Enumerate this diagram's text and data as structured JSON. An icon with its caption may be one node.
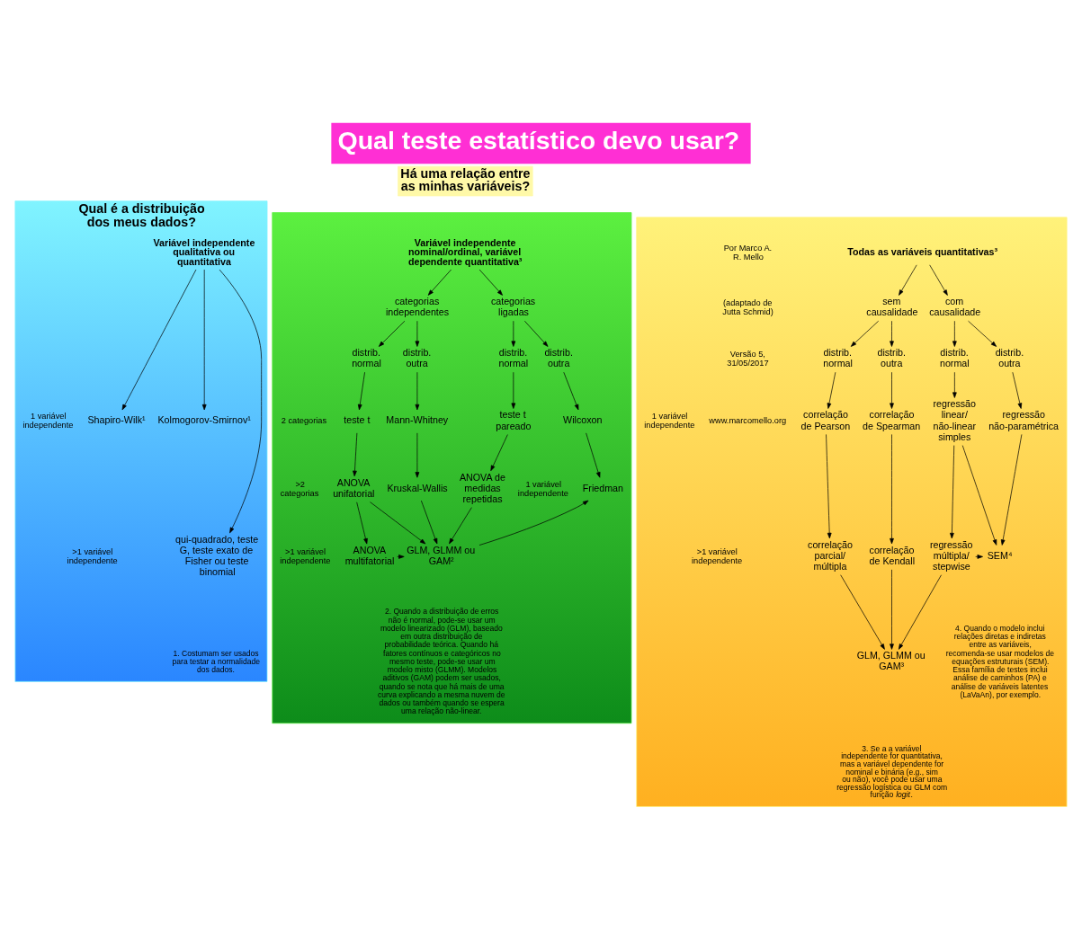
{
  "diagram": {
    "title": "Qual teste estatístico devo usar?",
    "nodes": [
      {
        "text": [
          "Qual é a distribuição dos meus dados?"
        ]
      },
      {
        "text": [
          "Há uma relação entre as minhas variáveis?"
        ]
      },
      {
        "text": [],
        "shape": "box"
      },
      {
        "text": [],
        "shape": "box"
      },
      {
        "text": [
          "Variável independente qualitativa ou quantitativa"
        ],
        "in": 0
      },
      {
        "text": [
          "Shapiro-Wilk¹"
        ],
        "in": 0
      },
      {
        "text": [
          "Kolmogorov-Smirnov¹"
        ],
        "in": 0
      },
      {
        "text": [
          "qui-quadrado, teste G, teste exato de Fisher ou teste binomial"
        ],
        "in": 0
      },
      {
        "text": [
          "Variável independente nominal/ordinal, variável dependente quantitativa³"
        ],
        "in": 2
      },
      {
        "text": [
          "categorias independentes"
        ],
        "in": 2
      },
      {
        "text": [
          "categorias ligadas"
        ],
        "in": 2
      },
      {
        "text": [
          "distrib. normal"
        ],
        "in": 2
      },
      {
        "text": [
          "distrib. outra"
        ],
        "in": 2
      },
      {
        "text": [
          "distrib. normal"
        ],
        "in": 2
      },
      {
        "text": [
          "distrib. outra"
        ],
        "in": 2
      },
      {
        "text": [
          "teste t"
        ],
        "in": 2
      },
      {
        "text": [
          "Mann-Whitney"
        ],
        "in": 2
      },
      {
        "text": [
          "teste t pareado"
        ],
        "in": 2
      },
      {
        "text": [
          "Wilcoxon"
        ],
        "in": 2
      },
      {
        "text": [
          "ANOVA unifatorial"
        ],
        "in": 2
      },
      {
        "text": [
          "Kruskal-Wallis"
        ],
        "in": 2
      },
      {
        "text": [
          "ANOVA de medidas repetidas"
        ],
        "in": 2
      },
      {
        "text": [
          "Friedman"
        ],
        "in": 2
      },
      {
        "text": [
          "ANOVA multifatorial"
        ],
        "in": 2
      },
      {
        "text": [
          "GLM, GLMM ou GAM²"
        ],
        "in": 2
      },
      {
        "text": [
          "Todas as variáveis quantitativas³"
        ],
        "in": 3
      },
      {
        "text": [
          "sem causalidade"
        ],
        "in": 3
      },
      {
        "text": [
          "com causalidade"
        ],
        "in": 3
      },
      {
        "text": [
          "distrib. normal"
        ],
        "in": 3
      },
      {
        "text": [
          "distrib. outra"
        ],
        "in": 3
      },
      {
        "text": [
          "distrib. normal"
        ],
        "in": 3
      },
      {
        "text": [
          "distrib. outra"
        ],
        "in": 3
      },
      {
        "text": [
          "correlação de Pearson"
        ],
        "in": 3
      },
      {
        "text": [
          "correlação de Spearman"
        ],
        "in": 3
      },
      {
        "text": [
          "regressão linear/ não-linear simples"
        ],
        "in": 3
      },
      {
        "text": [
          "regressão não-paramétrica"
        ],
        "in": 3
      },
      {
        "text": [
          "correlação parcial/ múltipla"
        ],
        "in": 3
      },
      {
        "text": [
          "correlação de Kendall"
        ],
        "in": 3
      },
      {
        "text": [
          "regressão múltipla/ stepwise"
        ],
        "in": 3
      },
      {
        "text": [
          "SEM⁴"
        ],
        "in": 3
      },
      {
        "text": [
          "GLM, GLMM ou GAM³"
        ],
        "in": 3
      }
    ],
    "edges": [
      {
        "from": 4,
        "to": 5,
        "arrow": "to"
      },
      {
        "from": 4,
        "to": 6,
        "arrow": "to"
      },
      {
        "from": 4,
        "to": 7,
        "arrow": "to"
      },
      {
        "from": 8,
        "to": 9,
        "arrow": "to"
      },
      {
        "from": 8,
        "to": 10,
        "arrow": "to"
      },
      {
        "from": 9,
        "to": 11,
        "arrow": "to"
      },
      {
        "from": 9,
        "to": 12,
        "arrow": "to"
      },
      {
        "from": 10,
        "to": 13,
        "arrow": "to"
      },
      {
        "from": 10,
        "to": 14,
        "arrow": "to"
      },
      {
        "from": 11,
        "to": 15,
        "arrow": "to"
      },
      {
        "from": 12,
        "to": 16,
        "arrow": "to"
      },
      {
        "from": 13,
        "to": 17,
        "arrow": "to"
      },
      {
        "from": 14,
        "to": 18,
        "arrow": "to"
      },
      {
        "from": 15,
        "to": 19,
        "arrow": "to"
      },
      {
        "from": 16,
        "to": 20,
        "arrow": "to"
      },
      {
        "from": 17,
        "to": 21,
        "arrow": "to"
      },
      {
        "from": 18,
        "to": 22,
        "arrow": "to"
      },
      {
        "from": 19,
        "to": 23,
        "arrow": "to"
      },
      {
        "from": 19,
        "to": 24,
        "arrow": "to"
      },
      {
        "from": 20,
        "to": 24,
        "arrow": "to"
      },
      {
        "from": 21,
        "to": 24,
        "arrow": "to"
      },
      {
        "from": 24,
        "to": 22,
        "arrow": "to"
      },
      {
        "from": 23,
        "to": 24,
        "arrow": "to"
      },
      {
        "from": 25,
        "to": 26,
        "arrow": "to"
      },
      {
        "from": 25,
        "to": 27,
        "arrow": "to"
      },
      {
        "from": 26,
        "to": 28,
        "arrow": "to"
      },
      {
        "from": 26,
        "to": 29,
        "arrow": "to"
      },
      {
        "from": 27,
        "to": 30,
        "arrow": "to"
      },
      {
        "from": 27,
        "to": 31,
        "arrow": "to"
      },
      {
        "from": 28,
        "to": 32,
        "arrow": "to"
      },
      {
        "from": 29,
        "to": 33,
        "arrow": "to"
      },
      {
        "from": 30,
        "to": 34,
        "arrow": "to"
      },
      {
        "from": 31,
        "to": 35,
        "arrow": "to"
      },
      {
        "from": 32,
        "to": 36,
        "arrow": "to"
      },
      {
        "from": 33,
        "to": 37,
        "arrow": "to"
      },
      {
        "from": 34,
        "to": 38,
        "arrow": "to"
      },
      {
        "from": 34,
        "to": 39,
        "arrow": "to"
      },
      {
        "from": 35,
        "to": 39,
        "arrow": "to"
      },
      {
        "from": 38,
        "to": 39,
        "arrow": "to"
      },
      {
        "from": 36,
        "to": 40,
        "arrow": "to"
      },
      {
        "from": 37,
        "to": 40,
        "arrow": "to"
      },
      {
        "from": 38,
        "to": 40,
        "arrow": "to"
      }
    ],
    "labels": [
      "Por Marco A. R. Mello",
      "(adaptado de Jutta Schmid)",
      "Versão 5, 31/05/2017",
      "www.marcomello.org",
      "1 variável independente",
      ">1 variável independente",
      "2 categorias",
      "1 variável independente",
      ">2 categorias",
      ">1 variável independente",
      "1 variável independente",
      ">1 variável independente",
      "1. Costumam ser usados para testar a normalidade dos dados.",
      "2. Quando a distribuição de erros não é normal, pode-se usar um modelo linearizado (GLM), baseado em outra distribuição de probabilidade teórica. Quando há fatores contínuos e categóricos no mesmo teste, pode-se usar um modelo misto (GLMM). Modelos aditivos (GAM) podem ser usados, quando se nota que há mais de uma curva explicando a mesma nuvem de dados ou também quando se espera uma relação não-linear.",
      "3. Se a a variável independente for quantitativa, mas a variável dependente for nominal e binária (e.g., sim ou não), você pode usar uma regressão logística ou GLM com função *logit*.",
      "4. Quando o modelo inclui relações diretas e indiretas entre as variáveis, recomenda-se usar modelos de equações estruturais (SEM). Essa família de testes inclui análise de caminhos (PA) e análise de variáveis latentes (LaVaAn), por exemplo."
    ]
  }
}
